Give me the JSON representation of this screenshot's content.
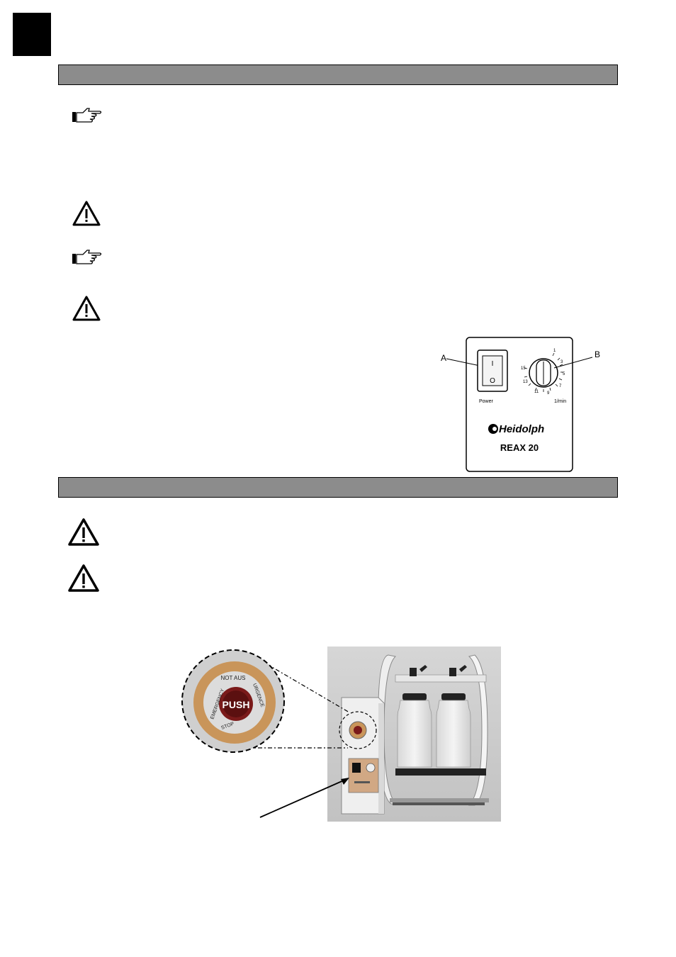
{
  "control_panel": {
    "label_a": "A",
    "label_b": "B",
    "power_label": "Power",
    "switch_on_symbol": "I",
    "switch_off_symbol": "O",
    "speed_unit": "1/min",
    "speed_scale": [
      "1",
      "3",
      "5",
      "7",
      "9",
      "11",
      "13",
      "15"
    ],
    "brand": "Heidolph",
    "model": "REAX 20"
  },
  "emergency_button": {
    "button_text": "PUSH",
    "ring_text_top": "NOT AUS",
    "ring_text_left": "EMERGENCY",
    "ring_text_right": "URGENCE",
    "ring_text_bottom": "STOP"
  },
  "icons": {
    "note": "pointing-hand-icon",
    "warning": "warning-triangle-icon"
  },
  "colors": {
    "section_bar": "#8c8c8c",
    "emergency_button": "#7a1a1a",
    "emergency_ring": "#c9955a"
  }
}
